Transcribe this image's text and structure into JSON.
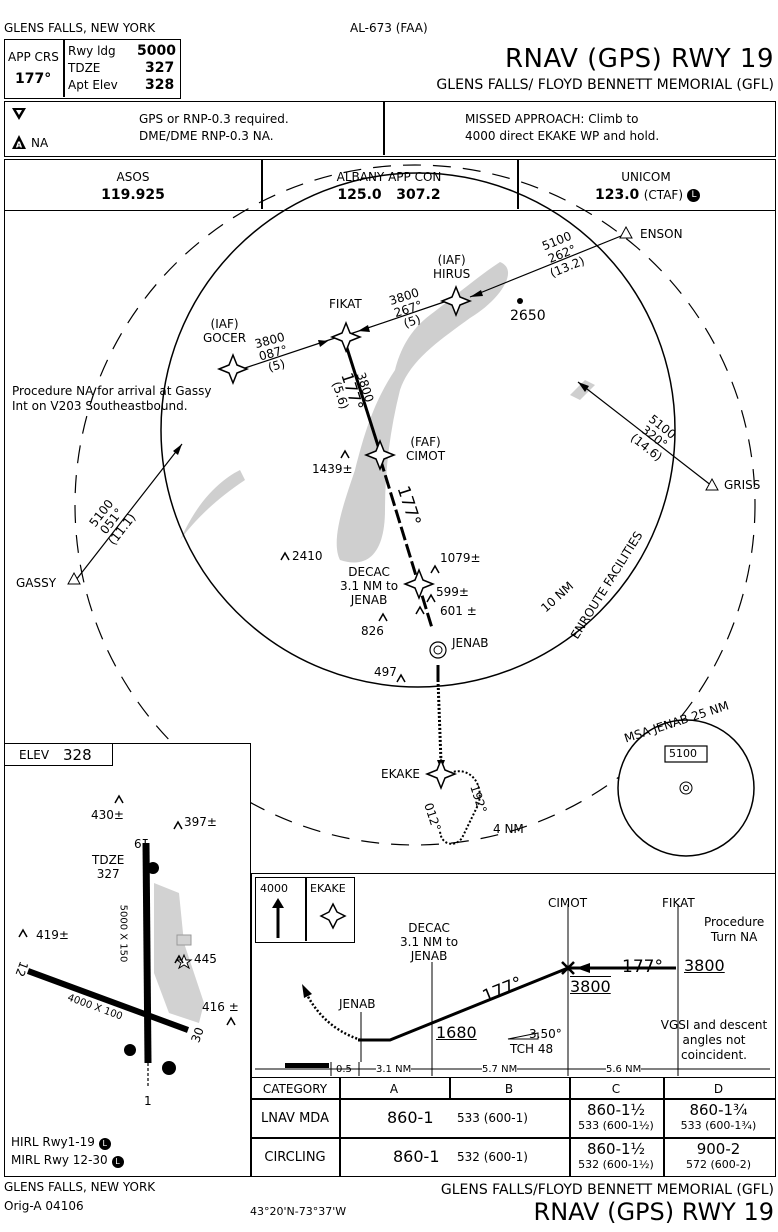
{
  "header": {
    "city": "GLENS FALLS, NEW YORK",
    "chart_id": "AL-673 (FAA)",
    "title": "RNAV (GPS) RWY 19",
    "airport": "GLENS FALLS/ FLOYD BENNETT MEMORIAL (GFL)",
    "app_crs_label": "APP CRS",
    "app_crs_value": "177°",
    "rwy_ldg_label": "Rwy ldg",
    "rwy_ldg_value": "5000",
    "tdze_label": "TDZE",
    "tdze_value": "327",
    "apt_elev_label": "Apt Elev",
    "apt_elev_value": "328"
  },
  "notes": {
    "na_label": "NA",
    "requirements_line1": "GPS or RNP-0.3 required.",
    "requirements_line2": "DME/DME RNP-0.3 NA.",
    "missed_line1": "MISSED APPROACH: Climb to",
    "missed_line2": "4000 direct EKAKE WP and hold."
  },
  "comms": {
    "asos_label": "ASOS",
    "asos_freq": "119.925",
    "app_label": "ALBANY APP CON",
    "app_freq": "125.0   307.2",
    "unicom_label": "UNICOM",
    "unicom_freq": "123.0",
    "unicom_note": "(CTAF)"
  },
  "plan": {
    "ensen": "ENSON",
    "ensen_alt": "5100",
    "ensen_crs": "262°",
    "ensen_dist": "(13.2)",
    "iaf": "(IAF)",
    "hirus": "HIRUS",
    "spot_2650": "2650",
    "fikat": "FIKAT",
    "hirus_alt": "3800",
    "hirus_crs": "267°",
    "hirus_dist": "(5)",
    "gocer": "GOCER",
    "gocer_alt": "3800",
    "gocer_crs": "087°",
    "gocer_dist": "(5)",
    "fikat_alt": "3800",
    "fikat_crs": "177°",
    "fikat_dist": "(5.6)",
    "proc_na_1": "Procedure NA for arrival at Gassy",
    "proc_na_2": "Int on V203 Southeastbound.",
    "faf": "(FAF)",
    "cimot": "CIMOT",
    "obs_1439": "1439±",
    "griss": "GRISS",
    "griss_alt": "5100",
    "griss_crs": "320°",
    "griss_dist": "(14.6)",
    "gassy": "GASSY",
    "gassy_alt": "5100",
    "gassy_crs": "051°",
    "gassy_dist": "(11.1)",
    "crs_177": "177°",
    "obs_2410": "2410",
    "obs_1079": "1079±",
    "decac_1": "DECAC",
    "decac_2": "3.1 NM to",
    "decac_3": "JENAB",
    "obs_599": "599±",
    "obs_601": "601 ±",
    "ring": "10 NM",
    "obs_826": "826",
    "jenab": "JENAB",
    "obs_497": "497",
    "enroute": "ENROUTE FACILITIES",
    "msa_label": "MSA JENAB 25 NM",
    "msa_alt": "5100",
    "ekake": "EKAKE",
    "hold_in": "192°",
    "hold_out": "012°",
    "hold_leg": "4 NM"
  },
  "airport_diagram": {
    "elev_label": "ELEV",
    "elev_value": "328",
    "obs_430": "430±",
    "obs_397": "397±",
    "rwy19_top": "19",
    "tdze_label": "TDZE",
    "tdze_value": "327",
    "rwy_dims_1": "5000 X 150",
    "obs_419": "419±",
    "obs_445": "445",
    "rwy12": "12",
    "rwy_dims_2": "4000 X 100",
    "obs_416": "416 ±",
    "rwy30": "30",
    "rwy1": "1",
    "hirl": "HIRL Rwy1-19",
    "mirl": "MIRL Rwy 12-30"
  },
  "profile": {
    "alt_4000": "4000",
    "ekake": "EKAKE",
    "cimot": "CIMOT",
    "fikat": "FIKAT",
    "proc_turn_1": "Procedure",
    "proc_turn_2": "Turn NA",
    "decac_1": "DECAC",
    "decac_2": "3.1 NM to",
    "decac_3": "JENAB",
    "crs_1": "177°",
    "crs_2": "177°",
    "fikat_alt": "3800",
    "cimot_alt": "3800",
    "jenab": "JENAB",
    "decac_alt": "1680",
    "gpa": "3.50°",
    "tch": "TCH 48",
    "vgsi_1": "VGSI and descent",
    "vgsi_2": "angles not coincident.",
    "dist_0": "0.5",
    "dist_1": "3.1 NM",
    "dist_2": "5.7 NM",
    "dist_3": "5.6 NM"
  },
  "minimums": {
    "headers": [
      "CATEGORY",
      "A",
      "B",
      "C",
      "D"
    ],
    "rows": [
      {
        "label": "LNAV MDA",
        "ab_main": "860-1",
        "ab_sub": "533 (600-1)",
        "c_main": "860-1½",
        "c_sub": "533 (600-1½)",
        "d_main": "860-1¾",
        "d_sub": "533 (600-1¾)"
      },
      {
        "label": "CIRCLING",
        "a_main": "860-1",
        "a_sub": "532 (600-1)",
        "c_main": "860-1½",
        "c_sub": "532 (600-1½)",
        "d_main": "900-2",
        "d_sub": "572 (600-2)"
      }
    ]
  },
  "footer": {
    "city": "GLENS FALLS, NEW YORK",
    "orig": "Orig-A  04106",
    "coords": "43°20'N-73°37'W",
    "airport": "GLENS FALLS/FLOYD BENNETT MEMORIAL (GFL)",
    "title": "RNAV (GPS) RWY 19"
  }
}
